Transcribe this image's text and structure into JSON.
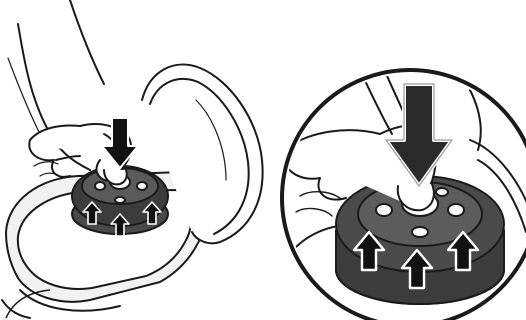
{
  "colors": {
    "background": "#ffffff",
    "outline": "#1a1a1a",
    "spool_dark": "#3c3c3c",
    "spool_mid": "#6a6a6a",
    "guard_light": "#f2f2f2",
    "arrow_fill": "#111111",
    "arrow_outline": "#ffffff",
    "big_arrow_fill": "#2a2a2a"
  },
  "icons": {
    "press_arrow": "arrow-down-icon",
    "release_arrows": "arrow-up-icon"
  },
  "panels": [
    {
      "name": "overview",
      "arrows_up": 3,
      "arrows_down": 1
    },
    {
      "name": "detail-zoom",
      "arrows_up": 3,
      "arrows_down": 1
    }
  ]
}
